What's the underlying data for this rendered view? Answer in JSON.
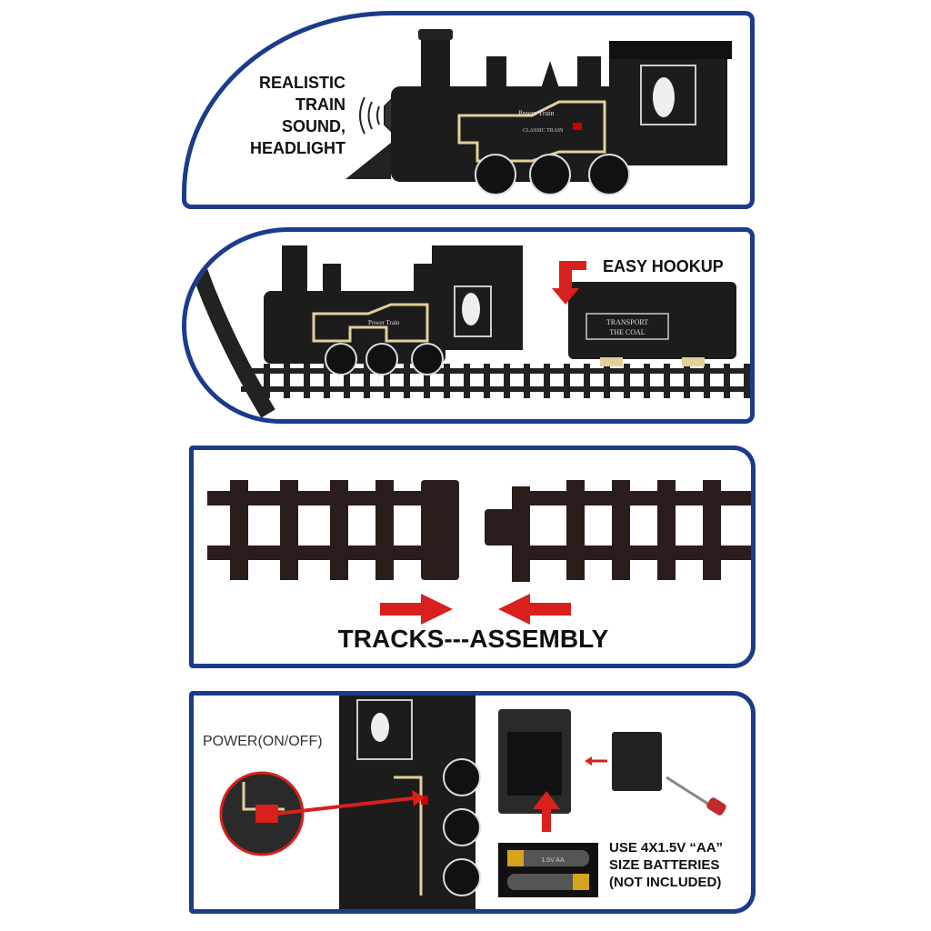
{
  "panels": [
    {
      "label_lines": [
        "REALISTIC",
        "TRAIN",
        "SOUND,",
        "HEADLIGHT"
      ],
      "train_text": "Power Train",
      "train_subtext": "CLASSIC TRAIN"
    },
    {
      "label": "EASY HOOKUP",
      "coal_car_text": [
        "TRANSPORT",
        "THE COAL"
      ],
      "train_text": "Power Train"
    },
    {
      "label": "TRACKS---ASSEMBLY"
    },
    {
      "power_label": "POWER(ON/OFF)",
      "battery_lines": [
        "USE 4X1.5V “AA”",
        "SIZE BATTERIES",
        "(NOT INCLUDED)"
      ],
      "battery_text": "1.5V AA"
    }
  ],
  "colors": {
    "border": "#1b3c8c",
    "arrow": "#d9201c",
    "track": "#2b1d1b",
    "train": "#1c1c1c",
    "gold": "#e3cf9a"
  }
}
